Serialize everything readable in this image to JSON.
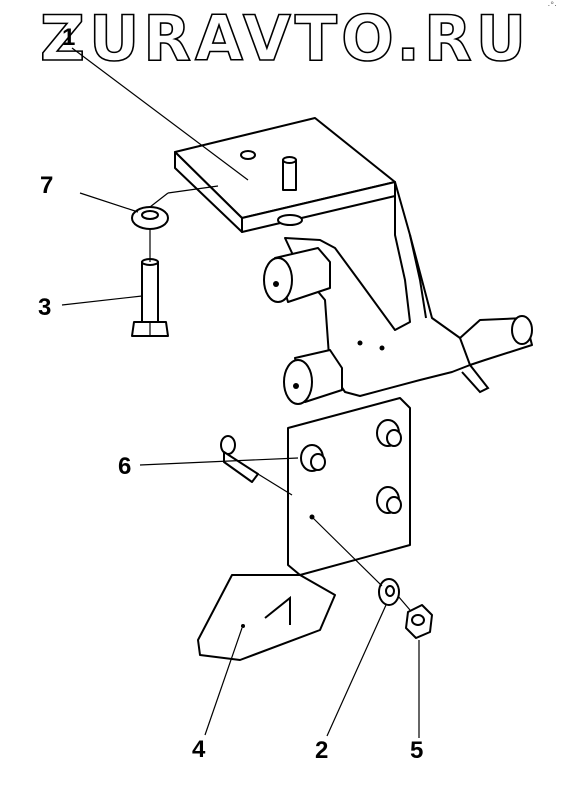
{
  "watermark": "ZURAVTO.RU",
  "corner_mark": "·°·",
  "callouts": [
    {
      "id": "c1",
      "label": "1"
    },
    {
      "id": "c2",
      "label": "2"
    },
    {
      "id": "c3",
      "label": "3"
    },
    {
      "id": "c4",
      "label": "4"
    },
    {
      "id": "c5",
      "label": "5"
    },
    {
      "id": "c6",
      "label": "6"
    },
    {
      "id": "c7",
      "label": "7"
    }
  ]
}
